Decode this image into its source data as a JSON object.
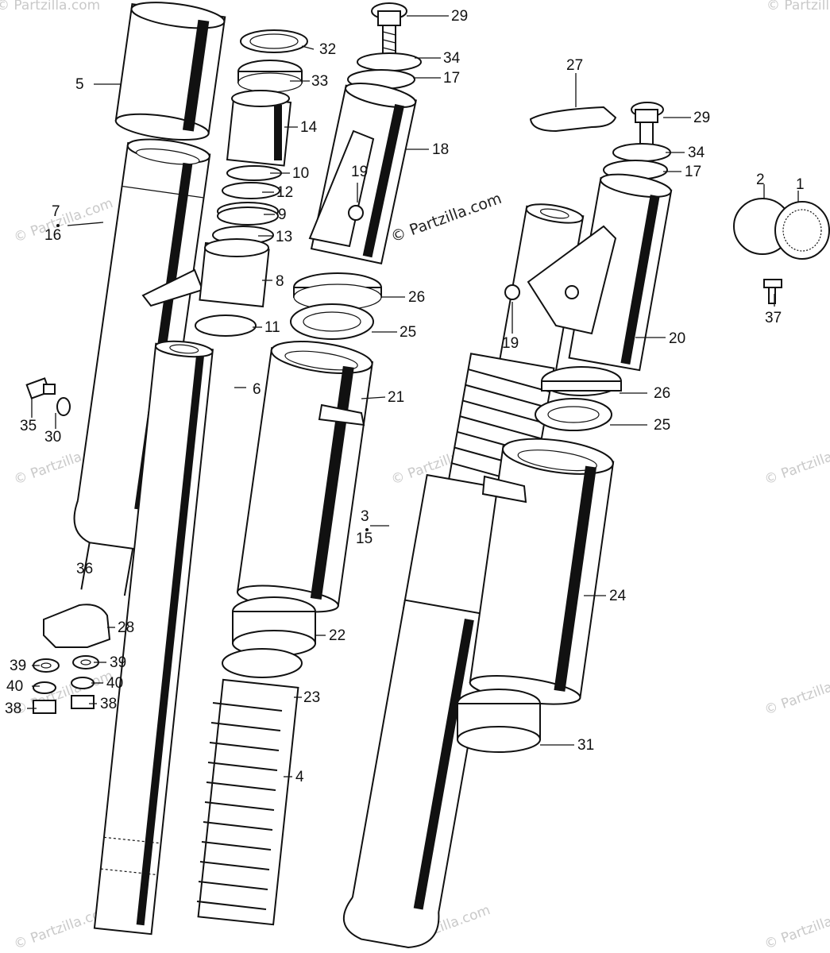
{
  "watermark": {
    "text": "© Partzilla.com",
    "main_text": "© Partzilla.com"
  },
  "callouts": [
    {
      "id": "c1",
      "label": "1"
    },
    {
      "id": "c2",
      "label": "2"
    },
    {
      "id": "c3",
      "label": "3"
    },
    {
      "id": "c15",
      "label": "15"
    },
    {
      "id": "c4",
      "label": "4"
    },
    {
      "id": "c5",
      "label": "5"
    },
    {
      "id": "c6",
      "label": "6"
    },
    {
      "id": "c7",
      "label": "7"
    },
    {
      "id": "c16",
      "label": "16"
    },
    {
      "id": "c8",
      "label": "8"
    },
    {
      "id": "c9",
      "label": "9"
    },
    {
      "id": "c10",
      "label": "10"
    },
    {
      "id": "c11",
      "label": "11"
    },
    {
      "id": "c12",
      "label": "12"
    },
    {
      "id": "c13",
      "label": "13"
    },
    {
      "id": "c14",
      "label": "14"
    },
    {
      "id": "c17a",
      "label": "17"
    },
    {
      "id": "c17b",
      "label": "17"
    },
    {
      "id": "c18",
      "label": "18"
    },
    {
      "id": "c19a",
      "label": "19"
    },
    {
      "id": "c19b",
      "label": "19"
    },
    {
      "id": "c20",
      "label": "20"
    },
    {
      "id": "c21",
      "label": "21"
    },
    {
      "id": "c22",
      "label": "22"
    },
    {
      "id": "c23",
      "label": "23"
    },
    {
      "id": "c24",
      "label": "24"
    },
    {
      "id": "c25a",
      "label": "25"
    },
    {
      "id": "c25b",
      "label": "25"
    },
    {
      "id": "c26a",
      "label": "26"
    },
    {
      "id": "c26b",
      "label": "26"
    },
    {
      "id": "c27",
      "label": "27"
    },
    {
      "id": "c28",
      "label": "28"
    },
    {
      "id": "c29a",
      "label": "29"
    },
    {
      "id": "c29b",
      "label": "29"
    },
    {
      "id": "c30",
      "label": "30"
    },
    {
      "id": "c31",
      "label": "31"
    },
    {
      "id": "c32",
      "label": "32"
    },
    {
      "id": "c33",
      "label": "33"
    },
    {
      "id": "c34a",
      "label": "34"
    },
    {
      "id": "c34b",
      "label": "34"
    },
    {
      "id": "c35",
      "label": "35"
    },
    {
      "id": "c36",
      "label": "36"
    },
    {
      "id": "c37",
      "label": "37"
    },
    {
      "id": "c38a",
      "label": "38"
    },
    {
      "id": "c38b",
      "label": "38"
    },
    {
      "id": "c39a",
      "label": "39"
    },
    {
      "id": "c39b",
      "label": "39"
    },
    {
      "id": "c40a",
      "label": "40"
    },
    {
      "id": "c40b",
      "label": "40"
    }
  ]
}
